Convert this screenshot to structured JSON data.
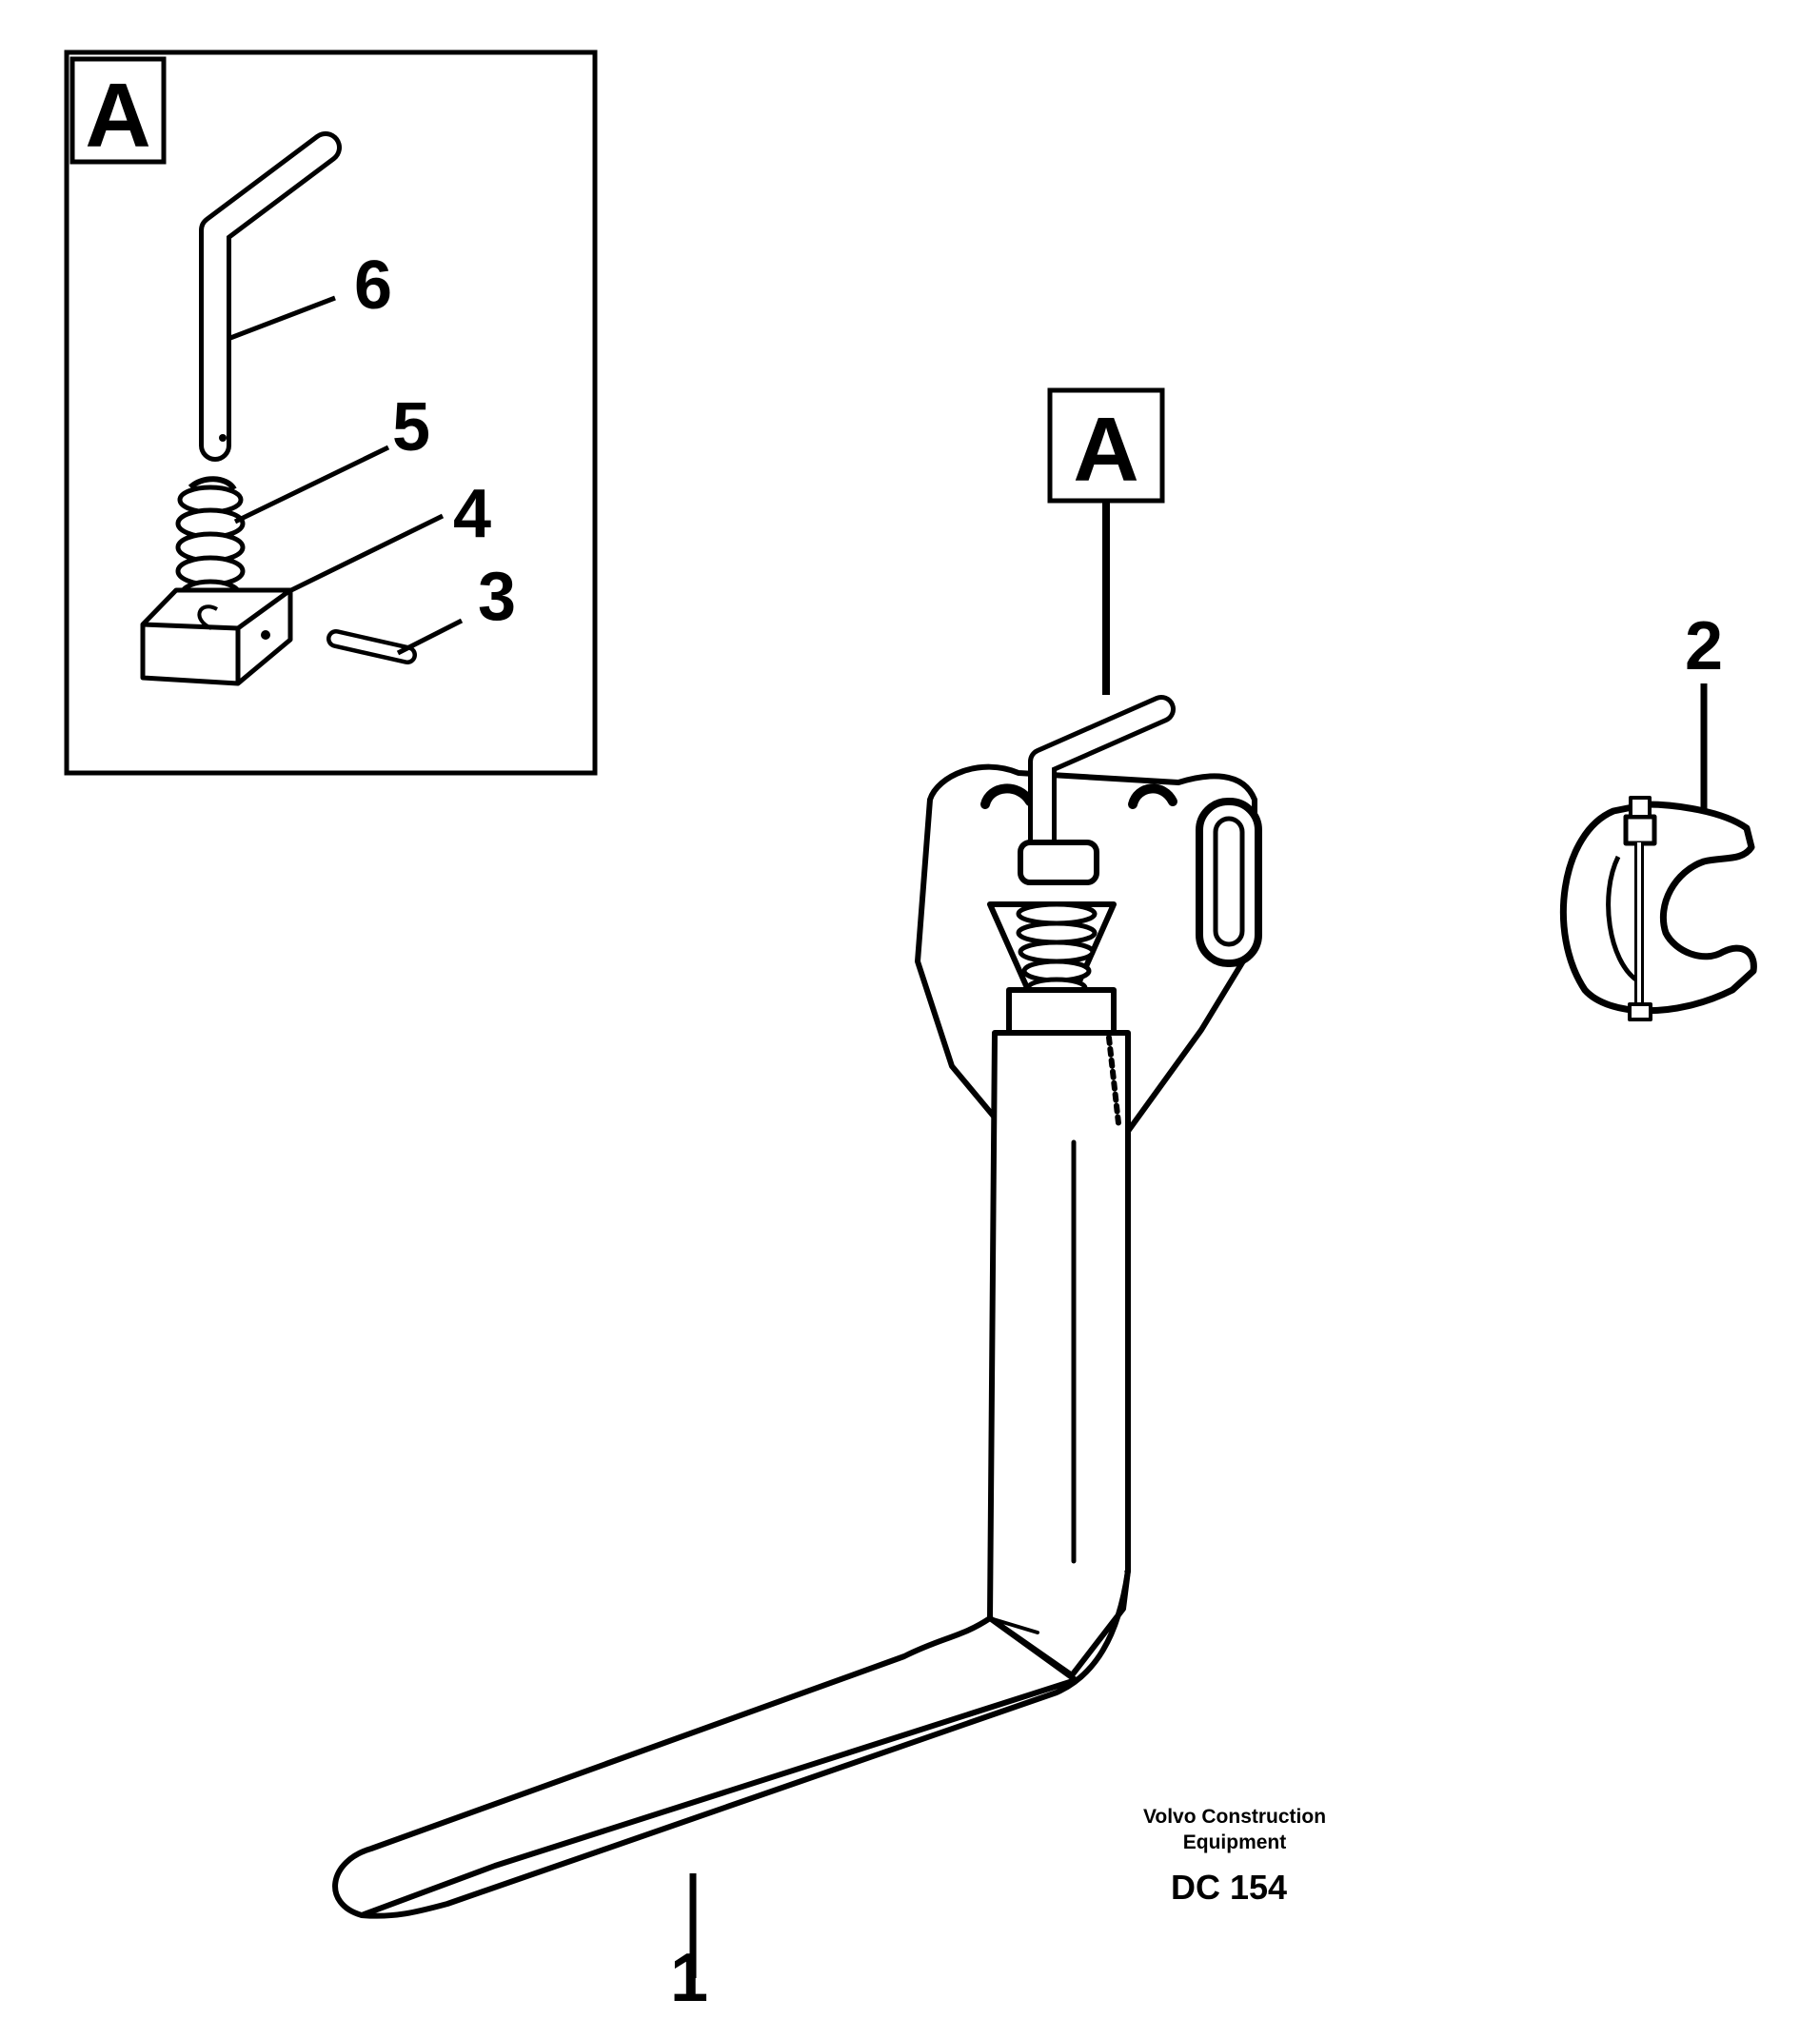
{
  "detail_box_label": "A",
  "main_view_label": "A",
  "callouts": {
    "c1": "1",
    "c2": "2",
    "c3": "3",
    "c4": "4",
    "c5": "5",
    "c6": "6"
  },
  "manufacturer_line1": "Volvo Construction",
  "manufacturer_line2": "Equipment",
  "drawing_code": "DC 154",
  "colors": {
    "ink": "#000000",
    "paper": "#ffffff"
  }
}
